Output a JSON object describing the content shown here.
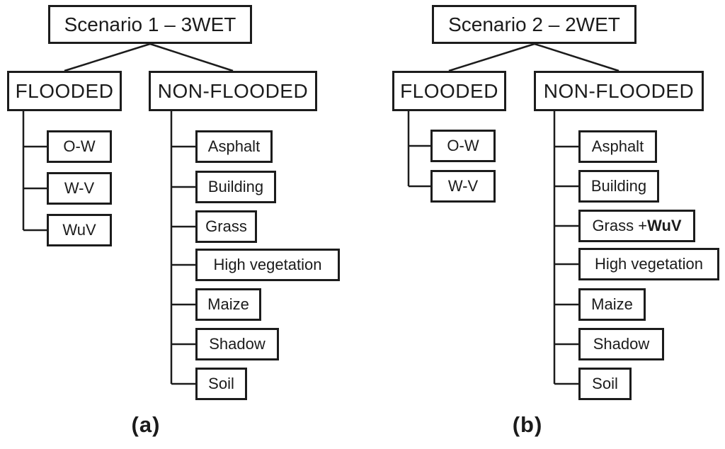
{
  "figure": {
    "colors": {
      "line": "#1c1c1c",
      "box_bg": "#ffffff",
      "text": "#1b1b1b"
    },
    "panels": [
      {
        "caption": "(a)",
        "title": "Scenario 1 – 3WET",
        "branches": [
          {
            "label": "FLOODED",
            "children": [
              "O-W",
              "W-V",
              "WuV"
            ]
          },
          {
            "label": "NON-FLOODED",
            "children": [
              "Asphalt",
              "Building",
              "Grass",
              "High vegetation",
              "Maize",
              "Shadow",
              "Soil"
            ]
          }
        ]
      },
      {
        "caption": "(b)",
        "title": "Scenario 2 – 2WET",
        "branches": [
          {
            "label": "FLOODED",
            "children": [
              "O-W",
              "W-V"
            ]
          },
          {
            "label": "NON-FLOODED",
            "children": [
              "Asphalt",
              "Building",
              {
                "prefix": "Grass + ",
                "bold": "WuV"
              },
              "High vegetation",
              "Maize",
              "Shadow",
              "Soil"
            ]
          }
        ]
      }
    ]
  }
}
